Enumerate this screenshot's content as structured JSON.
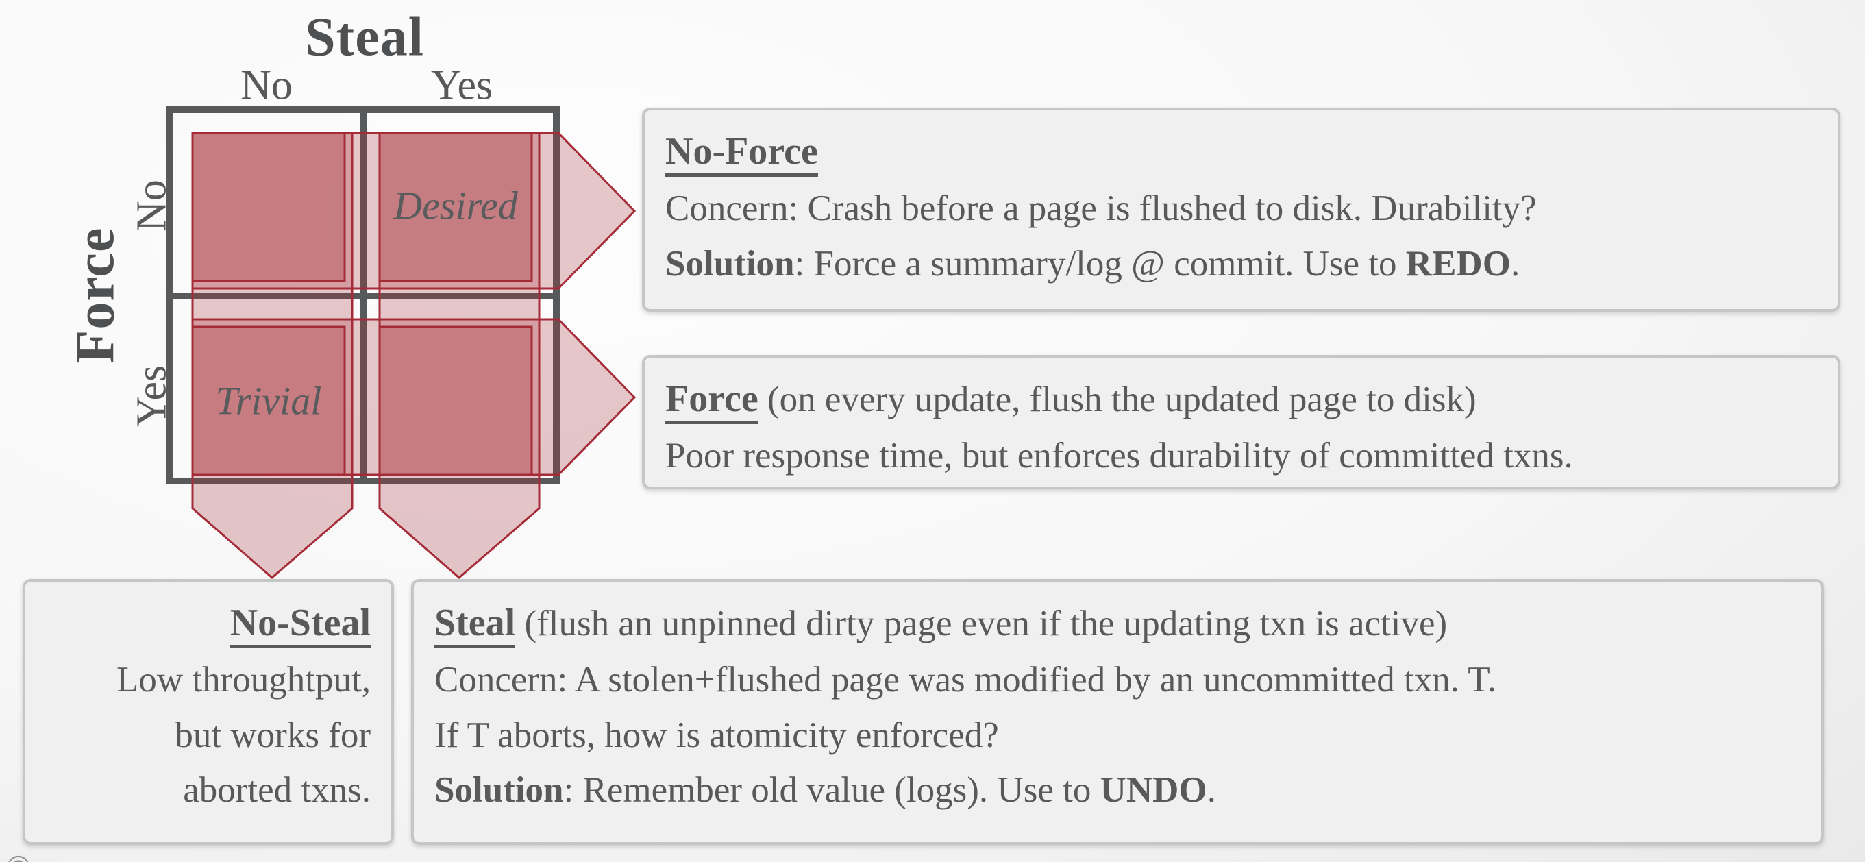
{
  "matrix": {
    "col_axis": {
      "title": "Steal",
      "no": "No",
      "yes": "Yes"
    },
    "row_axis": {
      "title": "Force",
      "no": "No",
      "yes": "Yes"
    },
    "cells": {
      "desired": "Desired",
      "trivial": "Trivial"
    }
  },
  "boxes": {
    "no_force": {
      "heading": "No-Force",
      "concern": "Concern: Crash before a page is flushed to disk. Durability?",
      "solution_label": "Solution",
      "solution_mid": ": Force a summary/log @ commit. Use to ",
      "solution_keyword": "REDO",
      "solution_end": "."
    },
    "force": {
      "heading": "Force",
      "heading_suffix": " (on every update, flush the updated page to disk)",
      "line2": "Poor response time, but enforces durability of committed txns."
    },
    "no_steal": {
      "heading": "No-Steal",
      "line1": "Low throughtput,",
      "line2": "but works for",
      "line3": "aborted txns."
    },
    "steal": {
      "heading": "Steal",
      "heading_suffix": " (flush an unpinned dirty page even if the updating txn is active)",
      "concern": "Concern: A stolen+flushed page was modified by an uncommitted txn. T.",
      "line3": "If T aborts, how is atomicity enforced?",
      "solution_label": "Solution",
      "solution_mid": ": Remember old value (logs). Use to ",
      "solution_keyword": "UNDO",
      "solution_end": "."
    }
  },
  "footer": {
    "copyright": "©"
  },
  "colors": {
    "ink": "#595959",
    "grid": "#58595b",
    "band-stroke": "#a52b38",
    "band-fill": "rgba(165,45,55,0.26)",
    "square-fill": "rgba(165,45,55,0.30)",
    "box-bg": "#f0f0f0",
    "box-border": "#c6c6c6"
  }
}
